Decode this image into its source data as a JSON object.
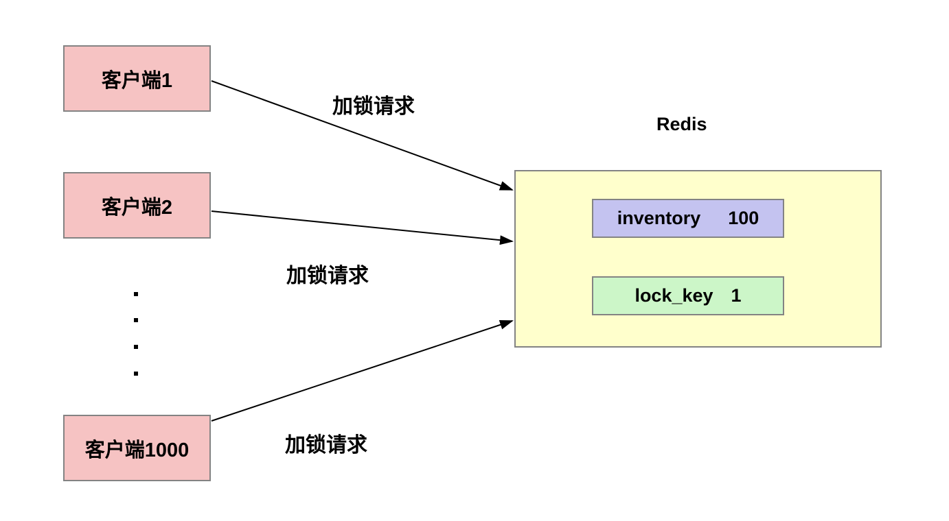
{
  "diagram": {
    "clients": [
      {
        "label": "客户端1"
      },
      {
        "label": "客户端2"
      },
      {
        "label": "客户端1000"
      }
    ],
    "arrow_labels": [
      "加锁请求",
      "加锁请求",
      "加锁请求"
    ],
    "redis": {
      "title": "Redis",
      "entries": [
        {
          "key": "inventory",
          "value": "100"
        },
        {
          "key": "lock_key",
          "value": "1"
        }
      ]
    },
    "icons": {
      "vertical_ellipsis": "four-square-dots",
      "arrowhead": "filled-triangle-right"
    },
    "colors": {
      "client_fill": "#f6c3c3",
      "redis_fill": "#ffffcc",
      "inventory_fill": "#c4c3f0",
      "lock_key_fill": "#ccf6c8",
      "box_border": "#838383",
      "arrow": "#000000",
      "text": "#000000",
      "background": "#ffffff"
    }
  }
}
